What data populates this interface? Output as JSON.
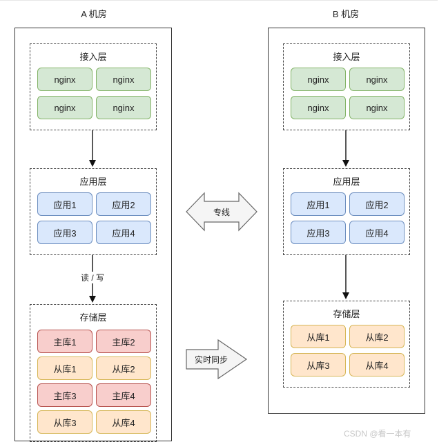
{
  "datacenters": {
    "a": {
      "title": "A 机房",
      "access": {
        "title": "接入层",
        "nodes": [
          "nginx",
          "nginx",
          "nginx",
          "nginx"
        ]
      },
      "app": {
        "title": "应用层",
        "nodes": [
          "应用1",
          "应用2",
          "应用3",
          "应用4"
        ]
      },
      "storage": {
        "title": "存储层",
        "nodes": [
          "主库1",
          "主库2",
          "从库1",
          "从库2",
          "主库3",
          "主库4",
          "从库3",
          "从库4"
        ]
      },
      "rw_label": "读 / 写"
    },
    "b": {
      "title": "B 机房",
      "access": {
        "title": "接入层",
        "nodes": [
          "nginx",
          "nginx",
          "nginx",
          "nginx"
        ]
      },
      "app": {
        "title": "应用层",
        "nodes": [
          "应用1",
          "应用2",
          "应用3",
          "应用4"
        ]
      },
      "storage": {
        "title": "存储层",
        "nodes": [
          "从库1",
          "从库2",
          "从库3",
          "从库4"
        ]
      }
    }
  },
  "links": {
    "dedicated_line": "专线",
    "realtime_sync": "实时同步"
  },
  "colors": {
    "access": "#d5e8d4",
    "app": "#dae8fc",
    "master": "#f8cecc",
    "replica": "#ffe6cc"
  },
  "watermark": "CSDN @看一本有"
}
